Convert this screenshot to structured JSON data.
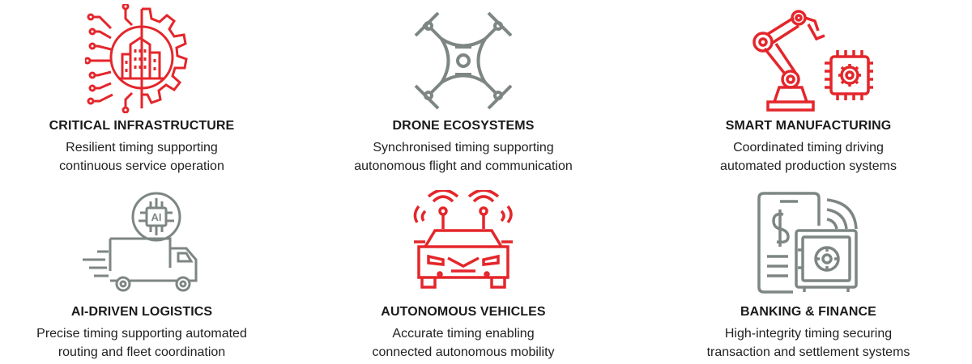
{
  "colors": {
    "red": "#e4262b",
    "gray": "#7d8683",
    "text": "#1a1a1a"
  },
  "cards": [
    {
      "icon": "gear-city-circuit-icon",
      "title": "CRITICAL INFRASTRUCTURE",
      "line1": "Resilient timing supporting",
      "line2": "continuous service operation"
    },
    {
      "icon": "drone-icon",
      "title": "DRONE ECOSYSTEMS",
      "line1": "Synchronised timing supporting",
      "line2": "autonomous flight and communication"
    },
    {
      "icon": "robot-arm-chip-icon",
      "title": "SMART MANUFACTURING",
      "line1": "Coordinated timing driving",
      "line2": "automated production systems"
    },
    {
      "icon": "ai-truck-icon",
      "title": "AI-DRIVEN LOGISTICS",
      "line1": "Precise timing supporting automated",
      "line2": "routing and fleet coordination"
    },
    {
      "icon": "connected-car-icon",
      "title": "AUTONOMOUS VEHICLES",
      "line1": "Accurate timing enabling",
      "line2": "connected autonomous mobility"
    },
    {
      "icon": "phone-safe-icon",
      "title": "BANKING & FINANCE",
      "line1": "High-integrity timing securing",
      "line2": "transaction and settlement systems"
    }
  ],
  "ai_badge_text": "AI"
}
